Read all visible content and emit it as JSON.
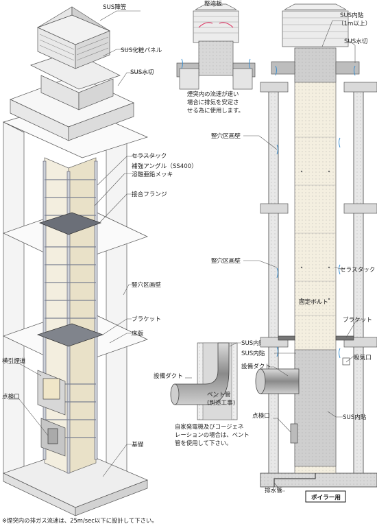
{
  "left_view": {
    "labels": {
      "cap": "SUS陣笠",
      "panel": "SUS化粧パネル",
      "flashing": "SUS水切",
      "stack": "セラスタック",
      "angle_1": "補強アングル（SS400）",
      "angle_2": "溶融亜鉛メッキ",
      "flange": "接合フランジ",
      "wall": "竪穴区画壁",
      "bracket": "ブラケット",
      "floor": "床版",
      "flue": "横引煙道",
      "inspection": "点検口",
      "foundation": "基礎"
    }
  },
  "top_detail": {
    "label": "整流板",
    "note": [
      "煙突内の流速が速い",
      "場合に排気を安定さ",
      "せる為に使用します。"
    ]
  },
  "right_view": {
    "labels": {
      "liner_1": "SUS内貼",
      "liner_2": "（1m以上）",
      "flashing": "SUS水切",
      "wall_upper": "竪穴区画壁",
      "wall_mid": "竪穴区画壁",
      "stack": "セラスタック",
      "bolt": "固定ボルト",
      "bracket": "ブラケット",
      "inlet": "吸気口",
      "liner_mid": "SUS内貼",
      "duct": "設備ダクト",
      "liner_low": "SUS内貼",
      "inspection": "点検口",
      "drain": "排水管"
    },
    "tag": "ボイラー用"
  },
  "bend_detail": {
    "liner": "SUS内貼",
    "duct": "設備ダクト",
    "bend_1": "ベント管",
    "bend_2": "(別途工事)",
    "note": [
      "自家発電機及びコージェネ",
      "レーションの場合は、ベント",
      "管を使用して下さい。"
    ]
  },
  "footnote": "※煙突内の排ガス流速は、25m/sec以下に設計して下さい。"
}
